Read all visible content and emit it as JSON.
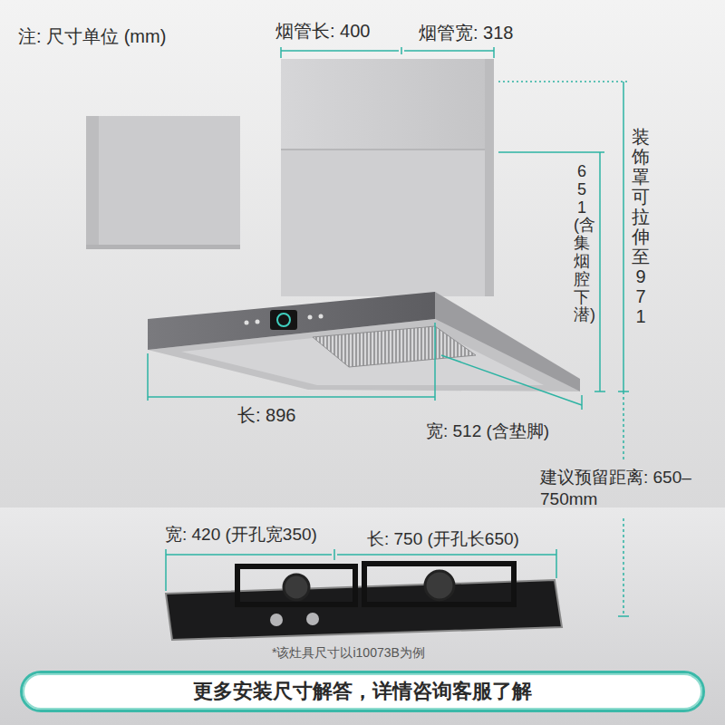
{
  "diagram": {
    "nodes": [
      {
        "text": [
          "更多安装尺寸解答，详情咨询客服了解"
        ]
      }
    ],
    "labels": [
      "注: 尺寸单位 (mm)",
      "烟管长: 400",
      "烟管宽: 318",
      "651(含集烟腔下潜)",
      "装饰罩可拉伸至971",
      "长: 896",
      "宽: 512 (含垫脚)",
      "建议预留距离: 650–750mm",
      "宽: 420 (开孔宽350)",
      "长: 750 (开孔长650)",
      "*该灶具尺寸以i10073B为例"
    ]
  }
}
